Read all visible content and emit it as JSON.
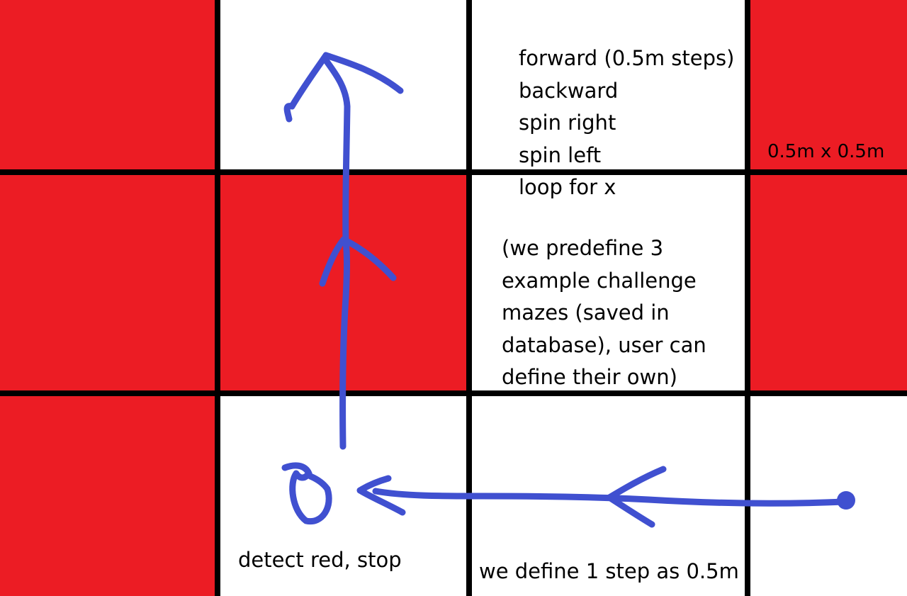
{
  "colors": {
    "cell_red": "#ec1c24",
    "cell_white": "#ffffff",
    "grid_line": "#000000",
    "path_stroke": "#4050d0"
  },
  "grid": {
    "rows": 3,
    "cols": 4,
    "cells": [
      [
        "red",
        "white",
        "white",
        "red"
      ],
      [
        "red",
        "red",
        "white",
        "red"
      ],
      [
        "red",
        "white",
        "white",
        "white"
      ]
    ]
  },
  "commands": {
    "items": [
      "forward (0.5m steps)",
      "backward",
      "spin right",
      "spin left",
      "loop for x"
    ]
  },
  "maze_note": {
    "lines": [
      "(we predefine 3",
      "example challenge",
      "mazes (saved in",
      "database), user can",
      "define their own)"
    ]
  },
  "cell_size_label": "0.5m x 0.5m",
  "detect_label": "detect red, stop",
  "step_label": "we define 1 step as 0.5m"
}
